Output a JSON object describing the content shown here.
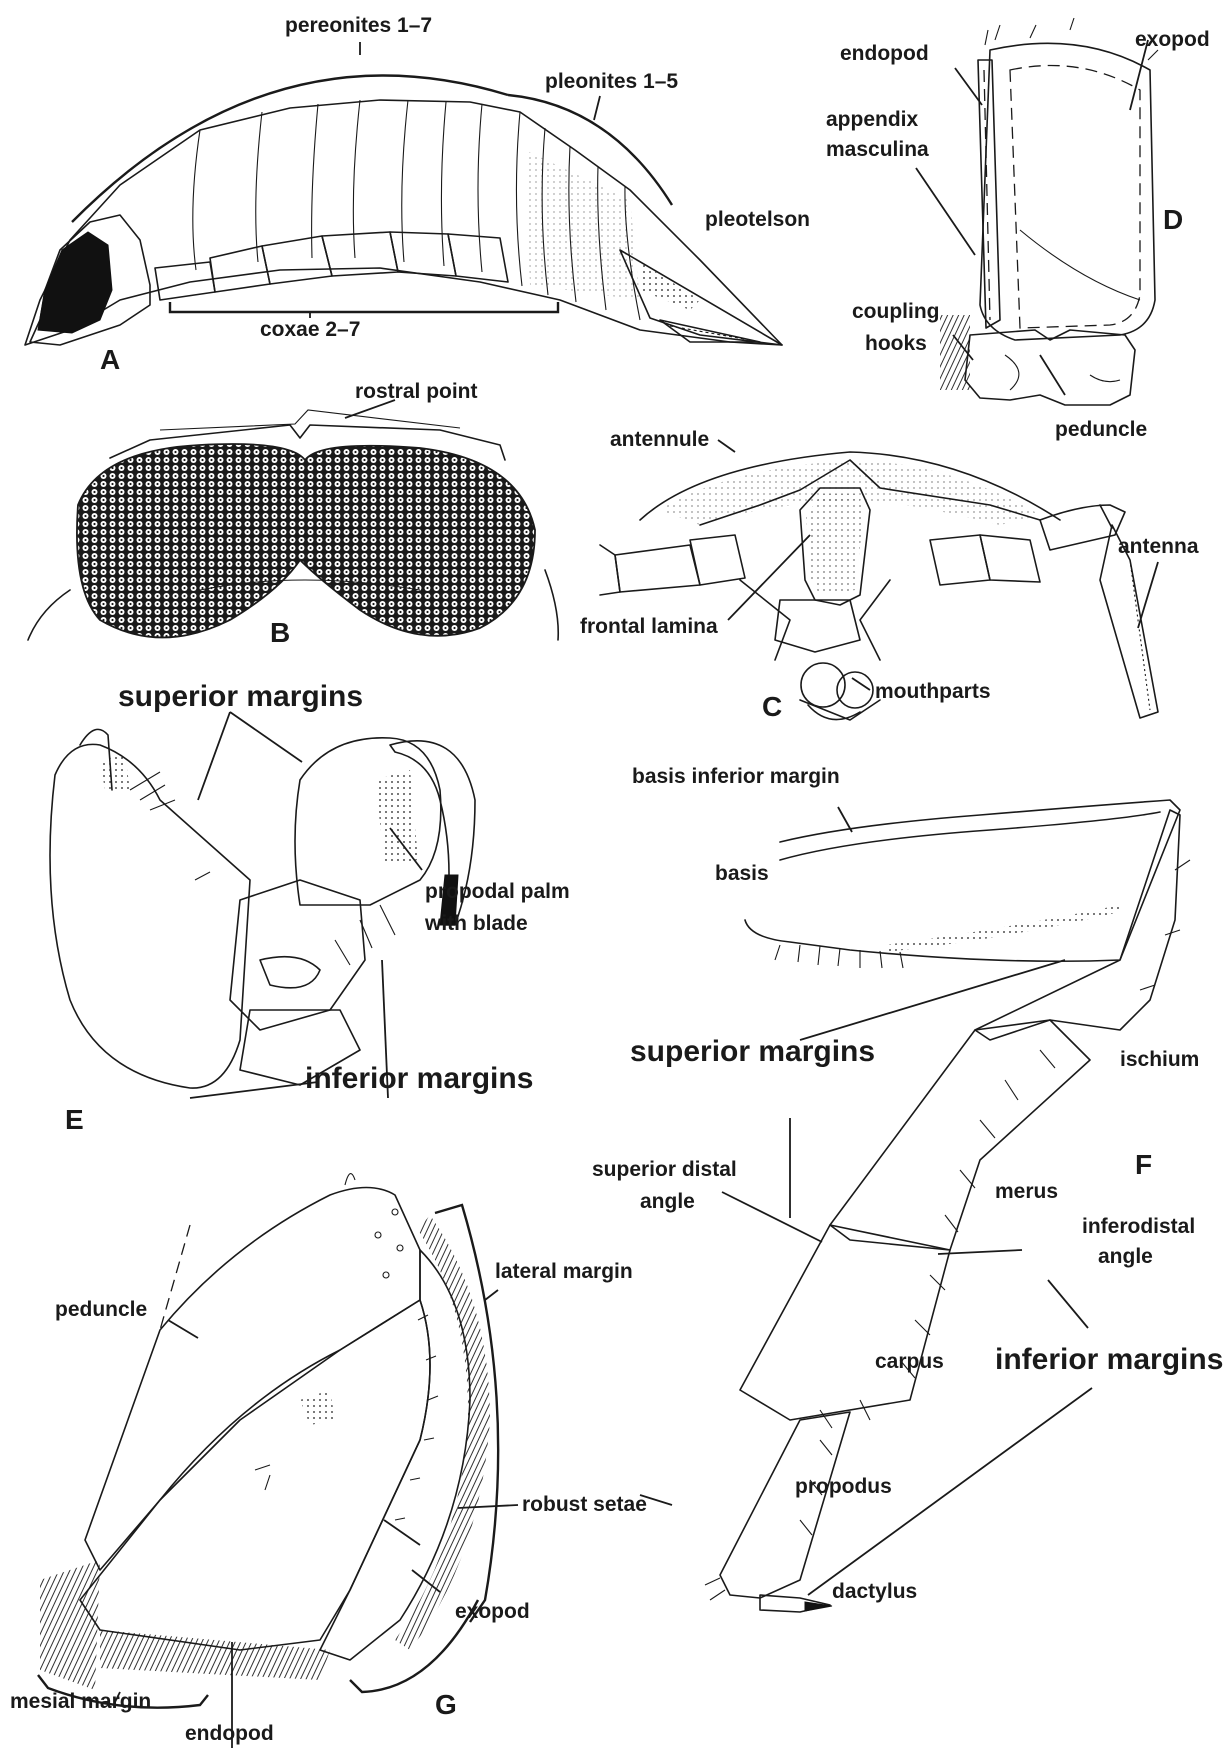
{
  "panels": {
    "A": {
      "letter": "A",
      "labels": {
        "pereonites": "pereonites 1–7",
        "pleonites": "pleonites 1–5",
        "pleotelson": "pleotelson",
        "coxae": "coxae 2–7"
      }
    },
    "B": {
      "letter": "B",
      "labels": {
        "rostral_point": "rostral point"
      }
    },
    "C": {
      "letter": "C",
      "labels": {
        "antennule": "antennule",
        "antenna": "antenna",
        "frontal_lamina": "frontal lamina",
        "mouthparts": "mouthparts"
      }
    },
    "D": {
      "letter": "D",
      "labels": {
        "endopod": "endopod",
        "exopod": "exopod",
        "appendix_masculina_1": "appendix",
        "appendix_masculina_2": "masculina",
        "coupling_hooks_1": "coupling",
        "coupling_hooks_2": "hooks",
        "peduncle": "peduncle"
      }
    },
    "E": {
      "letter": "E",
      "labels": {
        "superior_margins": "superior margins",
        "propodal_palm_1": "propodal palm",
        "propodal_palm_2": "with blade",
        "inferior_margins": "inferior margins"
      }
    },
    "F": {
      "letter": "F",
      "labels": {
        "basis_inferior_margin": "basis inferior margin",
        "basis": "basis",
        "superior_margins": "superior margins",
        "ischium": "ischium",
        "superior_distal_angle_1": "superior distal",
        "superior_distal_angle_2": "angle",
        "merus": "merus",
        "inferodistal_angle_1": "inferodistal",
        "inferodistal_angle_2": "angle",
        "carpus": "carpus",
        "inferior_margins": "inferior margins",
        "propodus": "propodus",
        "dactylus": "dactylus"
      }
    },
    "G": {
      "letter": "G",
      "labels": {
        "peduncle": "peduncle",
        "lateral_margin": "lateral margin",
        "robust_setae": "robust setae",
        "exopod": "exopod",
        "mesial_margin": "mesial margin",
        "endopod": "endopod"
      }
    }
  },
  "colors": {
    "ink": "#1a1a1a",
    "background": "#ffffff"
  }
}
